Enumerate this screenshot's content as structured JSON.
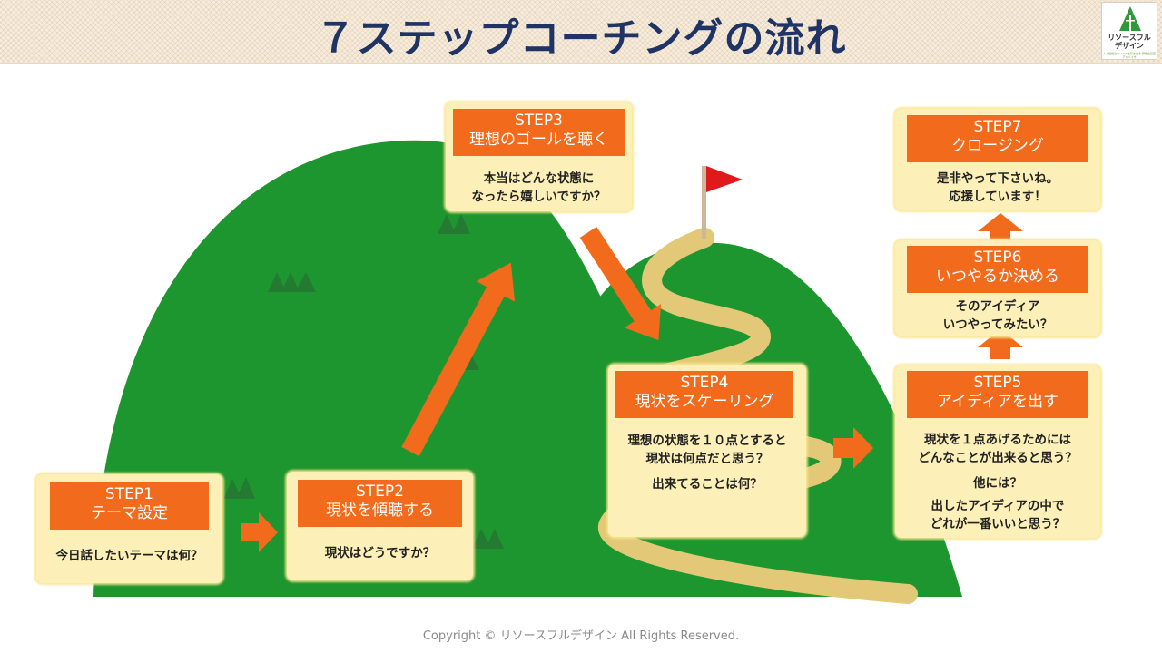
{
  "header": {
    "title": "７ステップコーチングの流れ",
    "logo_text": "リソースフル\nデザイン",
    "logo_subtext": "人と組織のリソースを引き出す 研修企画室アドバイザ"
  },
  "steps": [
    {
      "label": "STEP1",
      "name": "テーマ設定",
      "questions": [
        "今日話したいテーマは何？"
      ]
    },
    {
      "label": "STEP2",
      "name": "現状を傾聴する",
      "questions": [
        "現状はどうですか？"
      ]
    },
    {
      "label": "STEP3",
      "name": "理想のゴールを聴く",
      "questions": [
        "本当はどんな状態に\nなったら嬉しいですか？"
      ]
    },
    {
      "label": "STEP4",
      "name": "現状をスケーリング",
      "questions": [
        "理想の状態を１０点とすると\n現状は何点だと思う？",
        "出来てることは何？"
      ]
    },
    {
      "label": "STEP5",
      "name": "アイディアを出す",
      "questions": [
        "現状を１点あげるためには\nどんなことが出来ると思う？",
        "他には？",
        "出したアイディアの中で\nどれが一番いいと思う？"
      ]
    },
    {
      "label": "STEP6",
      "name": "いつやるか決める",
      "questions": [
        "そのアイディア\nいつやってみたい？"
      ]
    },
    {
      "label": "STEP7",
      "name": "クロージング",
      "questions": [
        "是非やって下さいね。\n応援しています！"
      ]
    }
  ],
  "colors": {
    "mountain": "#1e9630",
    "trees": "#237a30",
    "path": "#e3c977",
    "flag": "#e0191d",
    "arrow": "#f26b1d",
    "box": "#fcf0b8",
    "title": "#1f3364"
  },
  "footer": {
    "copyright": "Copyright © リソースフルデザイン All Rights Reserved."
  }
}
